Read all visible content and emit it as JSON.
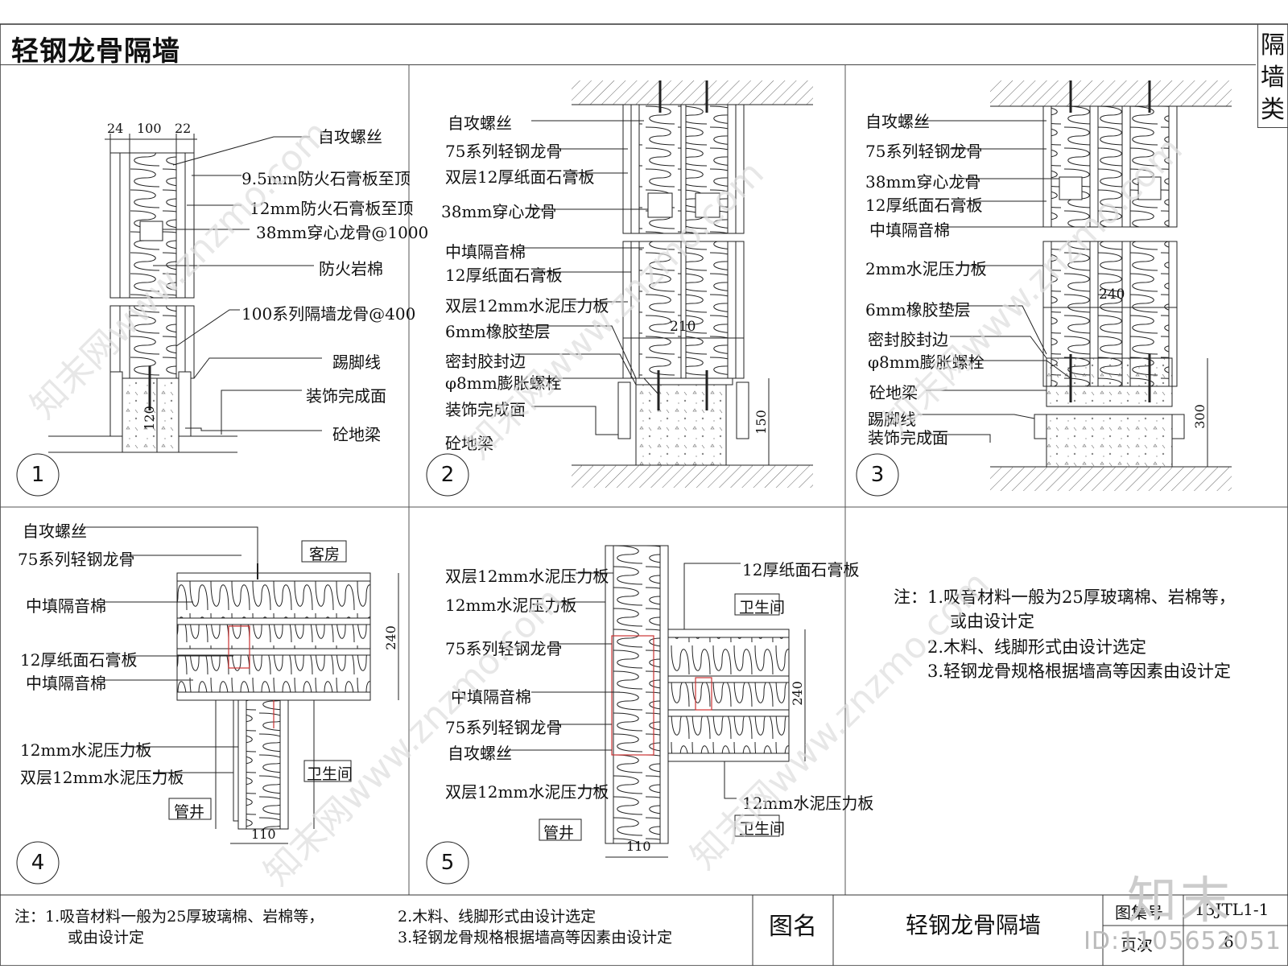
{
  "title": "轻钢龙骨隔墙",
  "side_tab": [
    "隔",
    "墙",
    "类"
  ],
  "details": [
    {
      "num": "1",
      "labels": [
        "自攻螺丝",
        "9.5mm防火石膏板至顶",
        "12mm防火石膏板至顶",
        "38mm穿心龙骨@1000",
        "防火岩棉",
        "100系列隔墙龙骨@400",
        "踢脚线",
        "装饰完成面",
        "砼地梁"
      ],
      "dims": [
        "24",
        "100",
        "22",
        "120"
      ]
    },
    {
      "num": "2",
      "labels": [
        "自攻螺丝",
        "75系列轻钢龙骨",
        "双层12厚纸面石膏板",
        "38mm穿心龙骨",
        "中填隔音棉",
        "12厚纸面石膏板",
        "双层12mm水泥压力板",
        "6mm橡胶垫层",
        "密封胶封边",
        "φ8mm膨胀螺栓",
        "装饰完成面",
        "砼地梁"
      ],
      "dims": [
        "210",
        "150"
      ]
    },
    {
      "num": "3",
      "labels": [
        "自攻螺丝",
        "75系列轻钢龙骨",
        "38mm穿心龙骨",
        "12厚纸面石膏板",
        "中填隔音棉",
        "2mm水泥压力板",
        "6mm橡胶垫层",
        "密封胶封边",
        "φ8mm膨胀螺栓",
        "砼地梁",
        "踢脚线",
        "装饰完成面"
      ],
      "dims": [
        "240",
        "300"
      ]
    },
    {
      "num": "4",
      "labels": [
        "自攻螺丝",
        "75系列轻钢龙骨",
        "中填隔音棉",
        "12厚纸面石膏板",
        "中填隔音棉",
        "12mm水泥压力板",
        "双层12mm水泥压力板"
      ],
      "rooms": [
        "客房",
        "卫生间",
        "管井"
      ],
      "dims": [
        "240",
        "110"
      ]
    },
    {
      "num": "5",
      "labels": [
        "双层12mm水泥压力板",
        "12mm水泥压力板",
        "75系列轻钢龙骨",
        "中填隔音棉",
        "75系列轻钢龙骨",
        "自攻螺丝",
        "双层12mm水泥压力板",
        "12厚纸面石膏板",
        "12mm水泥压力板"
      ],
      "rooms": [
        "卫生间",
        "卫生间",
        "管井"
      ],
      "dims": [
        "240",
        "110"
      ]
    }
  ],
  "notes": [
    "注：1.吸音材料一般为25厚玻璃棉、岩棉等，",
    "或由设计定",
    "2.木料、线脚形式由设计选定",
    "3.轻钢龙骨规格根据墙高等因素由设计定"
  ],
  "footer": {
    "note_a": "注：1.吸音材料一般为25厚玻璃棉、岩棉等，",
    "note_b": "或由设计定",
    "note_c": "2.木料、线脚形式由设计选定",
    "note_d": "3.轻钢龙骨规格根据墙高等因素由设计定",
    "label_name": "图名",
    "drawing_name": "轻钢龙骨隔墙",
    "label_set": "图集号",
    "set_no": "13JTL1-1",
    "label_page": "页次",
    "page_no": "6"
  },
  "watermark": {
    "text": "知末网www.znzmo.com",
    "logo": "知末",
    "id": "ID:1105652051"
  }
}
